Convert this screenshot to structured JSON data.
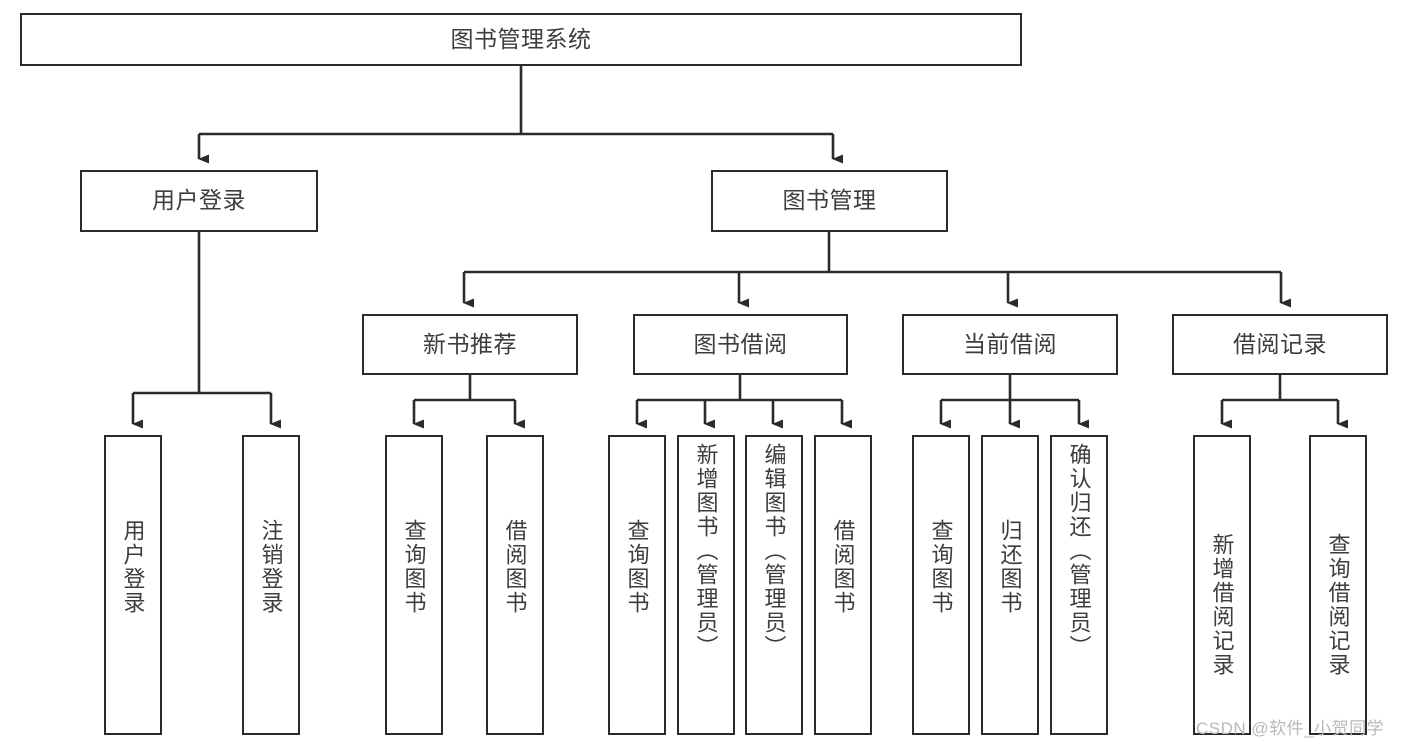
{
  "diagram": {
    "title": "图书管理系统",
    "type": "功能结构图",
    "watermark": "CSDN @软件_小贺同学",
    "colors": {
      "box_border": "#2b2b2b",
      "box_fill": "#ffffff",
      "text": "#3d3d3d",
      "connector": "#2b2b2b",
      "watermark": "#b9b9b9",
      "background": "#ffffff"
    }
  },
  "nodes": {
    "root": {
      "label": "图书管理系统"
    },
    "level2": [
      {
        "id": "user-login",
        "label": "用户登录"
      },
      {
        "id": "book-management",
        "label": "图书管理"
      }
    ],
    "level3": [
      {
        "id": "new-book-recommend",
        "label": "新书推荐"
      },
      {
        "id": "book-borrow",
        "label": "图书借阅"
      },
      {
        "id": "current-borrow",
        "label": "当前借阅"
      },
      {
        "id": "borrow-record",
        "label": "借阅记录"
      }
    ],
    "leaves": [
      {
        "id": "leaf-user-login",
        "label": "用户登录",
        "parent": "user-login"
      },
      {
        "id": "leaf-user-logout",
        "label": "注销登录",
        "parent": "user-login"
      },
      {
        "id": "leaf-query-book-1",
        "label": "查询图书",
        "parent": "new-book-recommend"
      },
      {
        "id": "leaf-borrow-book-1",
        "label": "借阅图书",
        "parent": "new-book-recommend"
      },
      {
        "id": "leaf-query-book-2",
        "label": "查询图书",
        "parent": "book-borrow"
      },
      {
        "id": "leaf-add-book",
        "label": "新增图书（管理员）",
        "parent": "book-borrow"
      },
      {
        "id": "leaf-edit-book",
        "label": "编辑图书（管理员）",
        "parent": "book-borrow"
      },
      {
        "id": "leaf-borrow-book-2",
        "label": "借阅图书",
        "parent": "book-borrow"
      },
      {
        "id": "leaf-query-book-3",
        "label": "查询图书",
        "parent": "current-borrow"
      },
      {
        "id": "leaf-return-book",
        "label": "归还图书",
        "parent": "current-borrow"
      },
      {
        "id": "leaf-confirm-return",
        "label": "确认归还（管理员）",
        "parent": "current-borrow"
      },
      {
        "id": "leaf-add-record",
        "label": "新增借阅记录",
        "parent": "borrow-record"
      },
      {
        "id": "leaf-query-record",
        "label": "查询借阅记录",
        "parent": "borrow-record"
      }
    ]
  }
}
